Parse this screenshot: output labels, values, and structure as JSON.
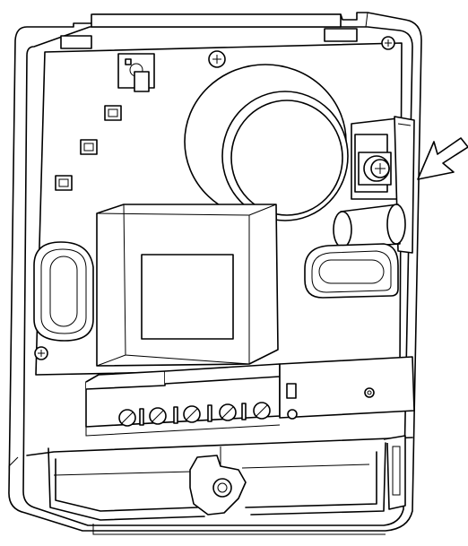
{
  "diagram": {
    "parts": [
      {
        "id": "housing",
        "name": "enclosure"
      },
      {
        "id": "pcb",
        "name": "circuit-board"
      },
      {
        "id": "pushbutton",
        "name": "test-button"
      },
      {
        "id": "leds",
        "name": "indicator-leds",
        "count": 3
      },
      {
        "id": "sounder",
        "name": "sounder-cylinder"
      },
      {
        "id": "adjust-screw",
        "name": "adjustment-screw"
      },
      {
        "id": "transformer",
        "name": "transformer"
      },
      {
        "id": "terminal-block",
        "name": "terminal-block",
        "screws": 5
      },
      {
        "id": "mount-slots",
        "name": "mounting-slots",
        "count": 2
      },
      {
        "id": "arrow",
        "name": "pointer-arrow",
        "target": "adjust-screw"
      }
    ],
    "icons": [
      "mounting-screw-icon",
      "pointer-arrow-icon",
      "terminal-screw-icon"
    ]
  }
}
